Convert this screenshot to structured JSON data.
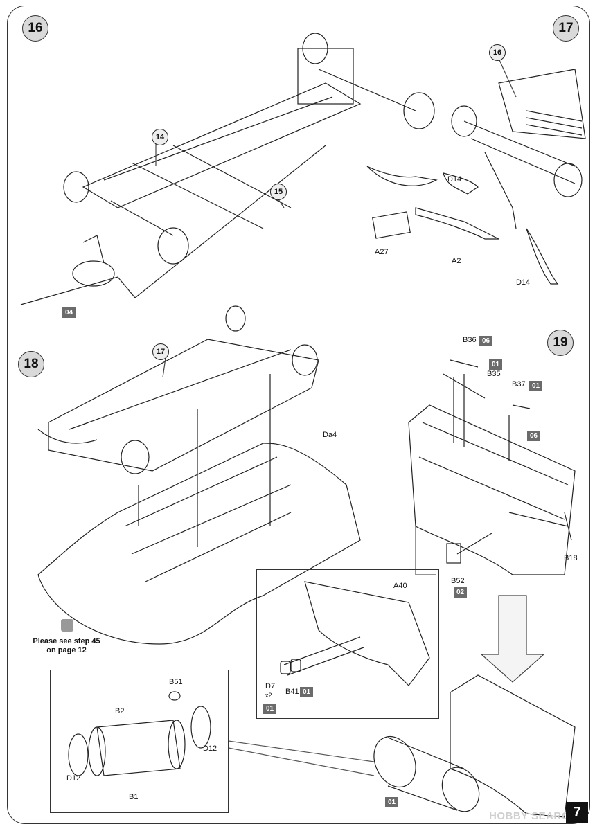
{
  "steps": {
    "s16": "16",
    "s17": "17",
    "s18": "18",
    "s19": "19"
  },
  "tags": {
    "t14": "14",
    "t15": "15",
    "t16": "16",
    "t17": "17"
  },
  "labels": {
    "d14a": "D14",
    "d14b": "D14",
    "a27": "A27",
    "a2": "A2",
    "b36": "B36",
    "b35": "B35",
    "b37": "B37",
    "b18": "B18",
    "b52": "B52",
    "da4": "Da4",
    "a40": "A40",
    "d7": "D7",
    "d7qty": "x2",
    "b41": "B41",
    "b51": "B51",
    "b2": "B2",
    "b1": "B1",
    "d12a": "D12",
    "d12b": "D12"
  },
  "badges": {
    "g04": "04",
    "b36c": "06",
    "b35c": "01",
    "b37c": "01",
    "b37c2": "06",
    "b52c": "02",
    "b41c": "01",
    "d7c": "01",
    "tank": "01"
  },
  "note": {
    "line1": "Please see step 45",
    "line2": "on page 12"
  },
  "page_number": "7",
  "watermark": "HOBBY SEARCH"
}
